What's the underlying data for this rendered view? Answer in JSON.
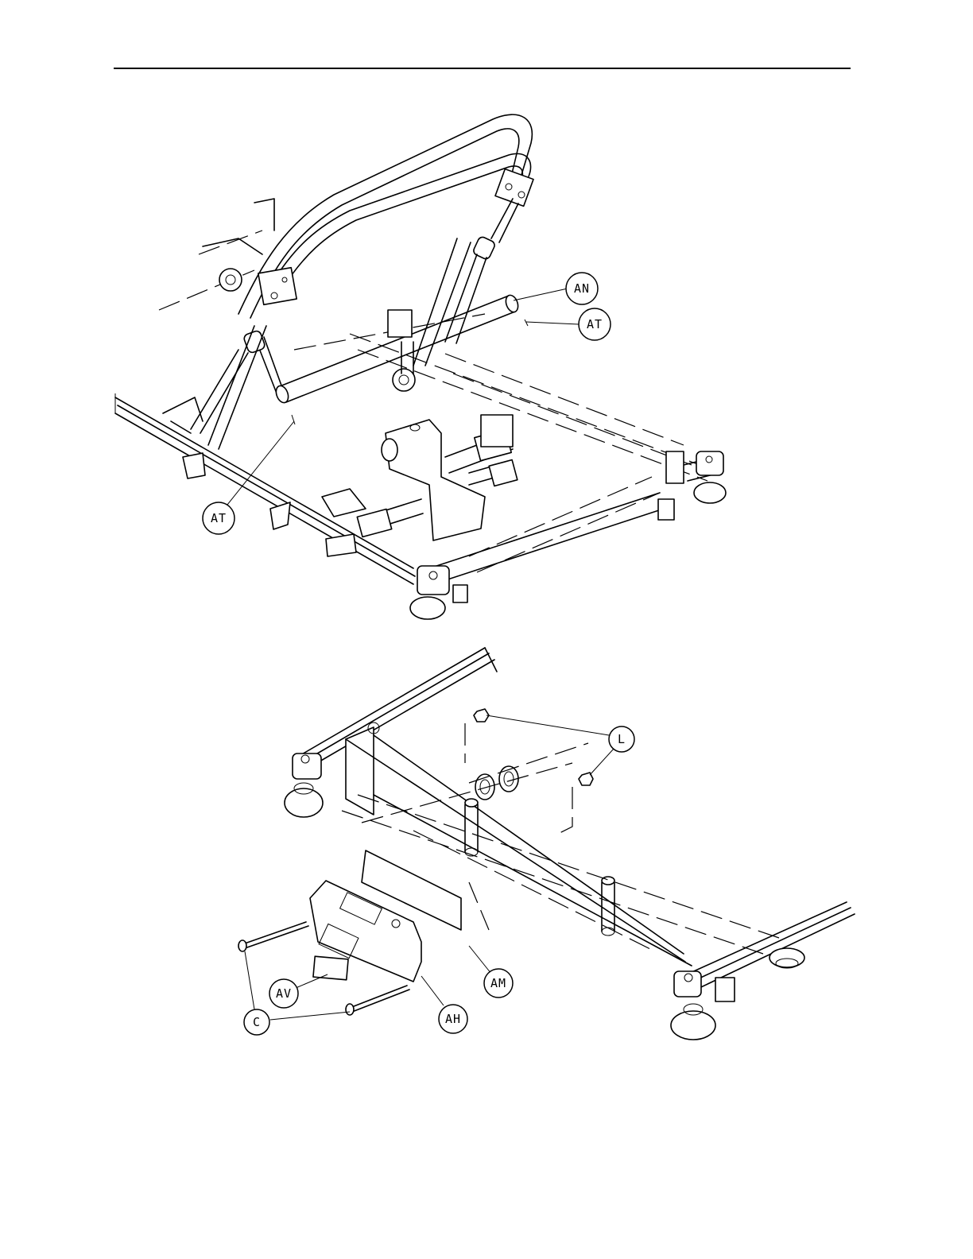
{
  "header": {
    "rule_color": "#000000"
  },
  "figures": [
    {
      "id": "upper-assembly",
      "callouts": [
        "AN",
        "AT",
        "AT"
      ]
    },
    {
      "id": "lower-assembly",
      "callouts": [
        "L",
        "AM",
        "AV",
        "AH",
        "C"
      ]
    }
  ],
  "callouts": {
    "an": "AN",
    "at_upper": "AT",
    "at_lower": "AT",
    "l": "L",
    "am": "AM",
    "av": "AV",
    "ah": "AH",
    "c": "C"
  }
}
